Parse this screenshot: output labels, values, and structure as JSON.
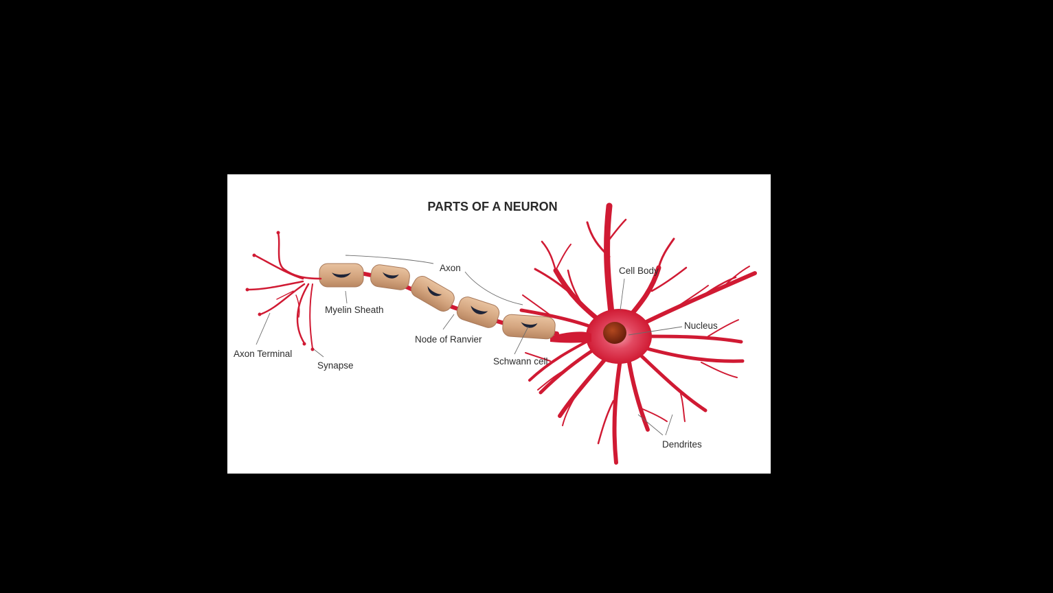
{
  "diagram": {
    "title": "PARTS OF A NEURON",
    "labels": {
      "axon": "Axon",
      "cell_body": "Cell Body",
      "myelin_sheath": "Myelin Sheath",
      "nucleus": "Nucleus",
      "node_of_ranvier": "Node of Ranvier",
      "axon_terminal": "Axon Terminal",
      "synapse": "Synapse",
      "schwann_cell": "Schwann cell",
      "dendrites": "Dendrites"
    },
    "colors": {
      "background": "#000000",
      "panel": "#ffffff",
      "neuron": "#d01a33",
      "neuron_glow": "#f06a80",
      "sheath": "#d8a882",
      "sheath_edge": "#a7785a",
      "sheath_mark": "#1e2438",
      "nucleus": "#8a2a10",
      "leader": "#6b6b6b",
      "text": "#2b2b2b"
    }
  }
}
